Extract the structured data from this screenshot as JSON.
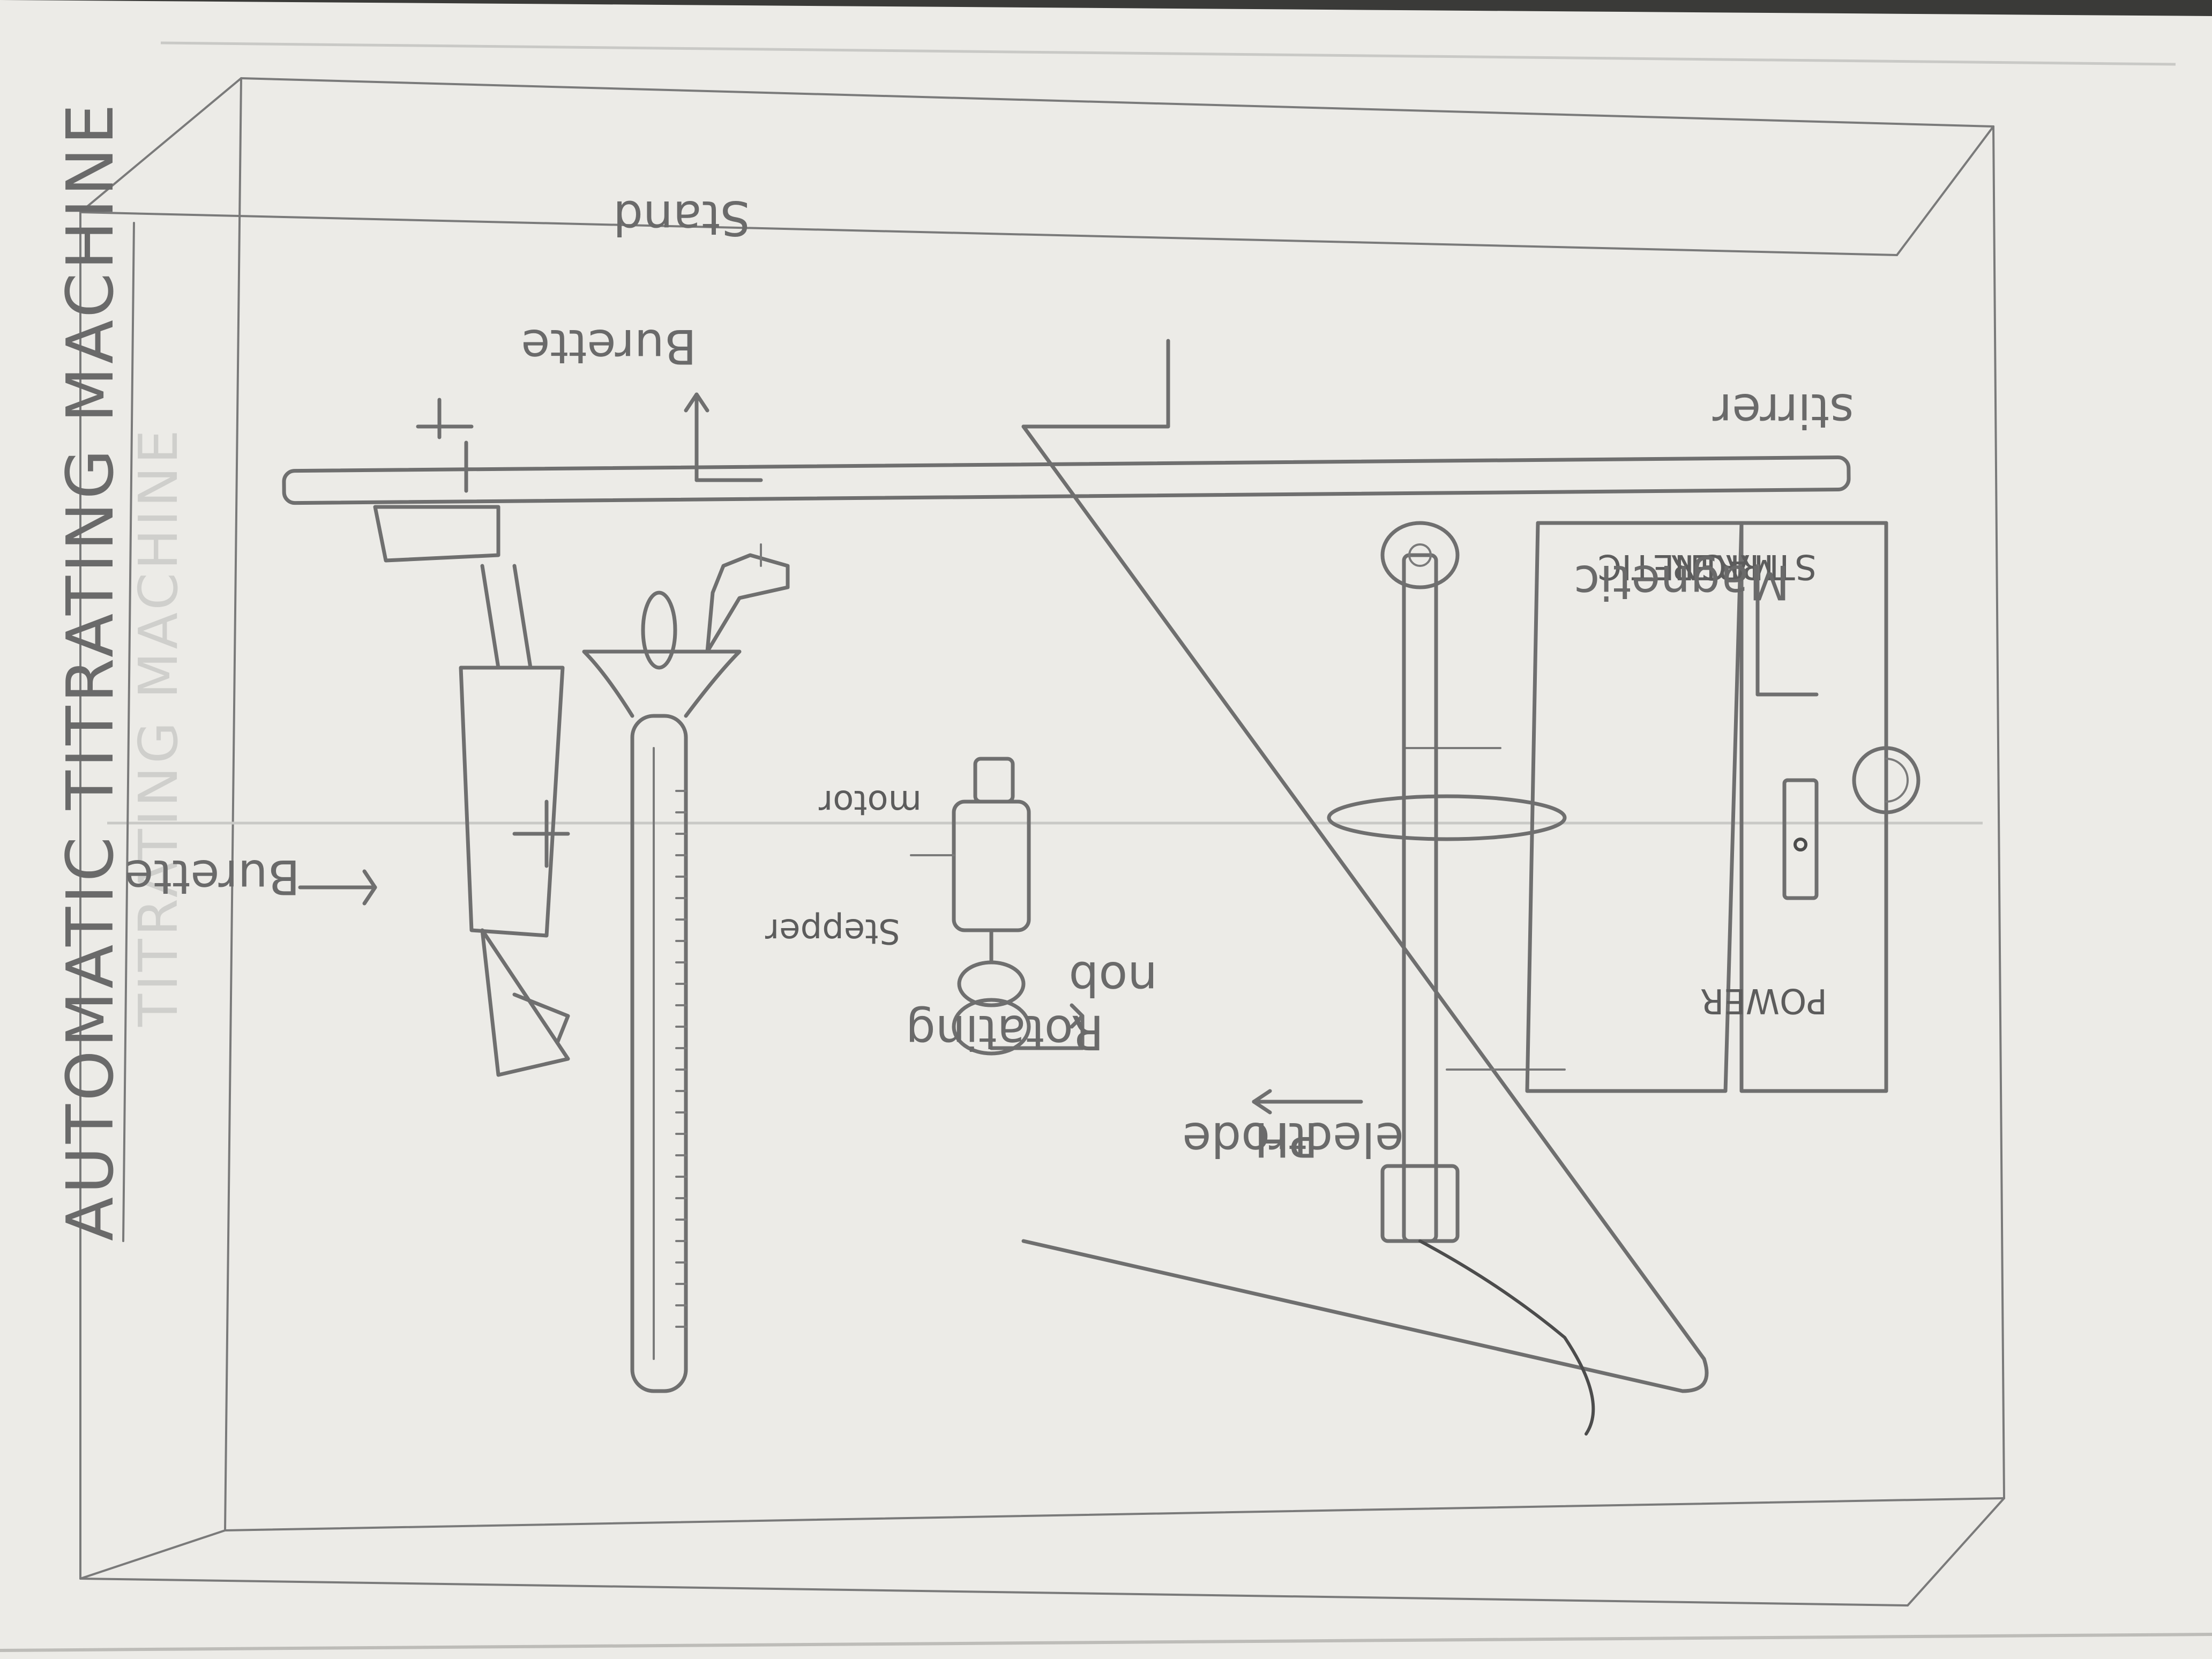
{
  "title": "AUTOMATIC TITRATING MACHINE",
  "title_ghost": "TITRATING MACHINE",
  "labels": {
    "burette": "Burette",
    "burette_stand_1": "Burette",
    "burette_stand_2": "Stand",
    "stepper_motor_1": "Stepper",
    "stepper_motor_2": "motor",
    "rotating_knob_1": "Rotating",
    "rotating_knob_2": "nob",
    "magnetic_stirrer_1": "Magnetic",
    "magnetic_stirrer_2": "stirrer",
    "ph_electrode_1": "PH",
    "ph_electrode_2": "electrode",
    "stirrer_plate_1": "MAGNETIC",
    "stirrer_plate_2": "STIRRER",
    "power": "POWER"
  },
  "colors": {
    "paper": "#ecebe7",
    "pencil": "#6f6f6f",
    "background": "#3a3a38"
  }
}
